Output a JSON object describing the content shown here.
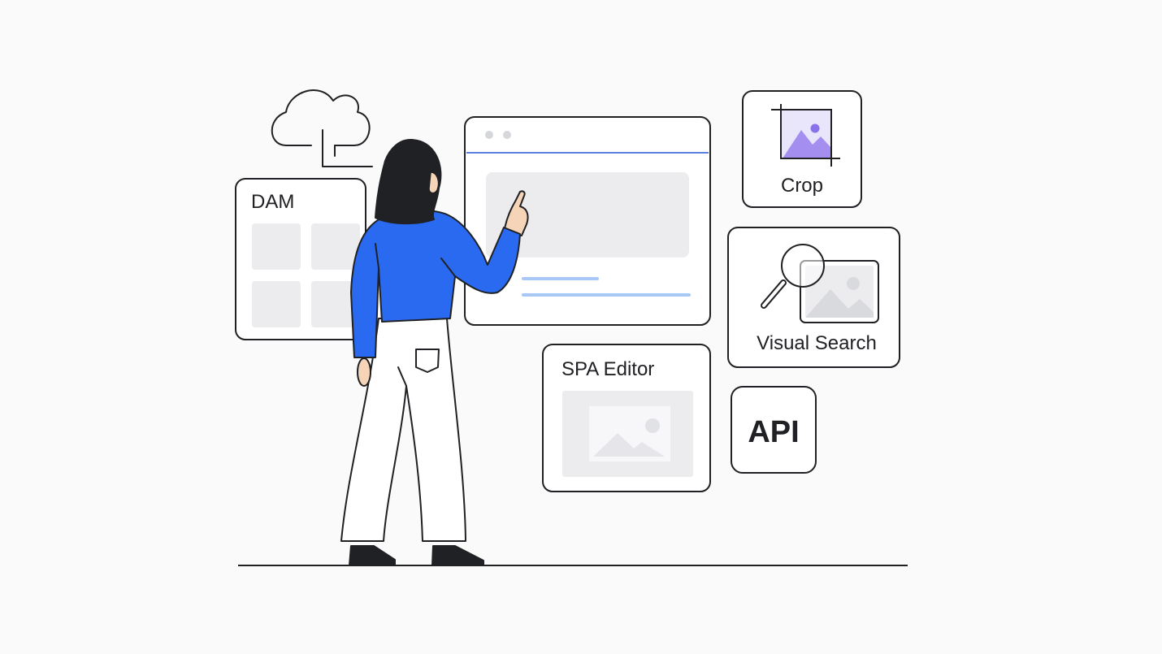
{
  "cards": {
    "dam": {
      "label": "DAM"
    },
    "crop": {
      "label": "Crop"
    },
    "visual_search": {
      "label": "Visual Search"
    },
    "spa_editor": {
      "label": "SPA Editor"
    },
    "api": {
      "label": "API"
    }
  },
  "colors": {
    "background": "#fafafa",
    "outline": "#202124",
    "accent_blue": "#2a6af0",
    "window_line": "#5b7fe0",
    "light_line": "#a8c8f5",
    "placeholder": "#ececef",
    "crop_purple": "#a48ef0",
    "crop_purple_light": "#e9e6fb",
    "skin": "#f5d4b8",
    "hair": "#202124"
  },
  "icons": [
    "cloud-upload-icon",
    "crop-icon",
    "magnifier-icon",
    "image-icon"
  ]
}
